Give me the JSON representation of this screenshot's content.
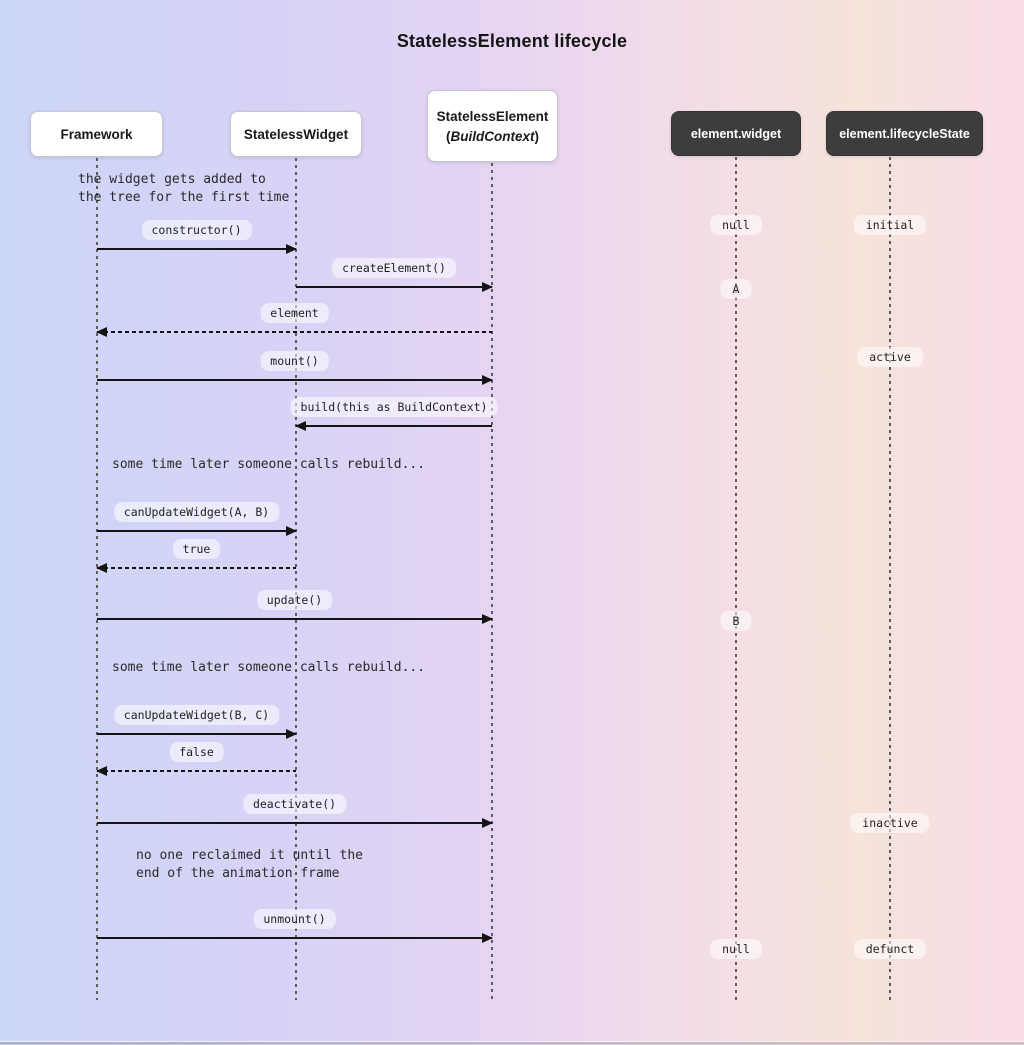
{
  "title": "StatelessElement lifecycle",
  "actors": [
    {
      "label": "Framework",
      "style": "light"
    },
    {
      "label": "StatelessWidget",
      "style": "light"
    },
    {
      "label": "StatelessElement",
      "sub_open": "(",
      "sub_italic": "BuildContext",
      "sub_close": ")",
      "style": "light"
    },
    {
      "label": "element.widget",
      "style": "dark"
    },
    {
      "label": "element.lifecycleState",
      "style": "dark"
    }
  ],
  "annotations": [
    {
      "text": "the widget gets added to\nthe tree for the first time"
    },
    {
      "text": "some time later someone calls rebuild..."
    },
    {
      "text": "some time later someone calls rebuild..."
    },
    {
      "text": "no one reclaimed it until the\nend of the animation frame"
    }
  ],
  "messages": [
    {
      "label": "constructor()"
    },
    {
      "label": "createElement()"
    },
    {
      "label": "element"
    },
    {
      "label": "mount()"
    },
    {
      "label": "build(this as BuildContext)"
    },
    {
      "label": "canUpdateWidget(A, B)"
    },
    {
      "label": "true"
    },
    {
      "label": "update()"
    },
    {
      "label": "canUpdateWidget(B, C)"
    },
    {
      "label": "false"
    },
    {
      "label": "deactivate()"
    },
    {
      "label": "unmount()"
    }
  ],
  "states": {
    "widget": [
      {
        "label": "null"
      },
      {
        "label": "A"
      },
      {
        "label": "B"
      },
      {
        "label": "null"
      }
    ],
    "lifecycle": [
      {
        "label": "initial"
      },
      {
        "label": "active"
      },
      {
        "label": "inactive"
      },
      {
        "label": "defunct"
      }
    ]
  },
  "colors": {
    "background_left": "#ccd6f8",
    "background_mid": "#e7d5f2",
    "background_right": "#f8dce8",
    "background_peach": "#f6e3da",
    "actor_light_bg": "#ffffff",
    "actor_dark_bg": "#3d3d3d",
    "arrow": "#141414",
    "pill_bg": "rgba(255,255,255,0.55)",
    "lifeline": "#5c5c5c",
    "text": "#222222"
  }
}
